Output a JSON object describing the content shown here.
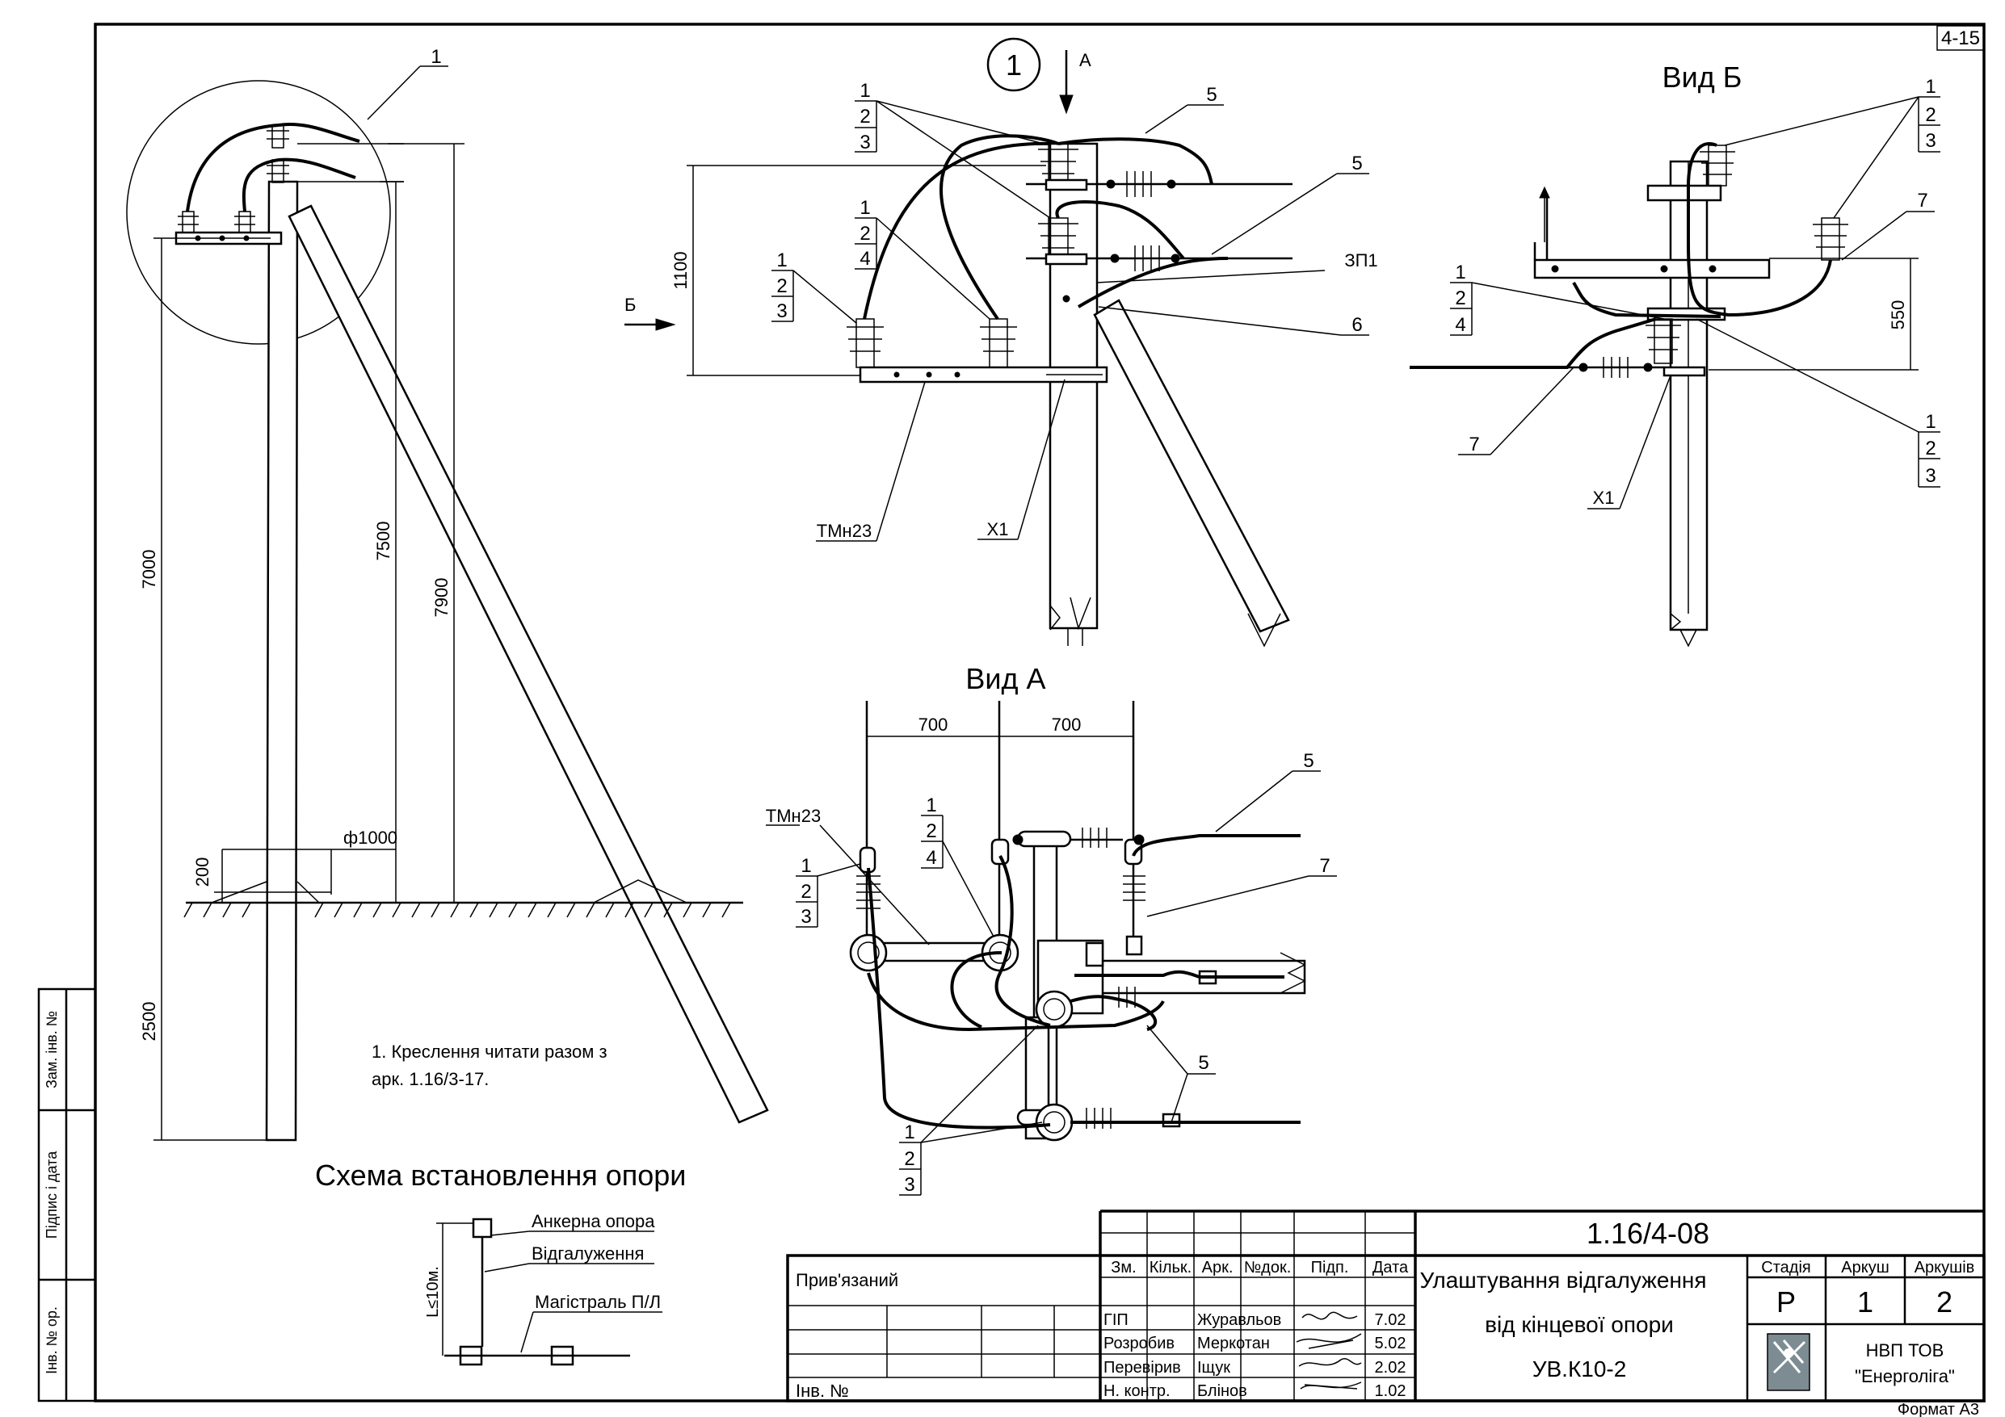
{
  "sheet": {
    "corner_number": "4-15",
    "format_label": "Формат А3",
    "side_stamp": {
      "replaced_inv": "Зам. інв. №",
      "sign_date": "Підпис і дата",
      "inv_original": "Інв. № ор."
    }
  },
  "pole_elevation": {
    "callout_number": "1",
    "dim_7000": "7000",
    "dim_7500": "7500",
    "dim_7900": "7900",
    "dim_2500": "2500",
    "dim_200": "200",
    "dim_diameter": "ф1000"
  },
  "note": {
    "line1": "1. Креслення читати разом з",
    "line2": "арк. 1.16/3-17."
  },
  "install_scheme": {
    "title": "Схема встановлення опори",
    "anchor_pole": "Анкерна опора",
    "branch": "Відгалуження",
    "main_line": "Магістраль П/Л",
    "length_label": "L≤10м."
  },
  "detail_1": {
    "circle_label": "1",
    "arrow_a": "А",
    "arrow_b": "Б",
    "dim_1100": "1100",
    "fraction_1": [
      "1",
      "2",
      "3"
    ],
    "fraction_2": [
      "1",
      "2",
      "4"
    ],
    "fraction_3": [
      "1",
      "2",
      "3"
    ],
    "label_5a": "5",
    "label_5b": "5",
    "label_zp1": "ЗП1",
    "label_6": "6",
    "label_tmn23": "ТМн23",
    "label_x1": "Х1"
  },
  "view_b": {
    "title": "Вид Б",
    "fraction_top": [
      "1",
      "2",
      "3"
    ],
    "fraction_left": [
      "1",
      "2",
      "4"
    ],
    "fraction_bottom": [
      "1",
      "2",
      "3"
    ],
    "label_7a": "7",
    "label_7b": "7",
    "dim_550": "550",
    "label_x1": "Х1"
  },
  "view_a": {
    "title": "Вид А",
    "dim_700a": "700",
    "dim_700b": "700",
    "label_tmn23": "ТМн23",
    "fraction_upper": [
      "1",
      "2",
      "4"
    ],
    "fraction_left": [
      "1",
      "2",
      "3"
    ],
    "fraction_bottom": [
      "1",
      "2",
      "3"
    ],
    "label_5a": "5",
    "label_7": "7",
    "label_5b": "5"
  },
  "title_block": {
    "drawing_code": "1.16/4-08",
    "tied": "Прив'язаний",
    "inv_no": "Інв. №",
    "hdr_zm": "Зм.",
    "hdr_kilk": "Кільк.",
    "hdr_ark": "Арк.",
    "hdr_ndok": "№док.",
    "hdr_pidp": "Підп.",
    "hdr_data": "Дата",
    "rows": [
      {
        "role": "ГІП",
        "name": "Журавльов",
        "date": "7.02"
      },
      {
        "role": "Розробив",
        "name": "Меркотан",
        "date": "5.02"
      },
      {
        "role": "Перевірив",
        "name": "Іщук",
        "date": "2.02"
      },
      {
        "role": "Н. контр.",
        "name": "Блінов",
        "date": "1.02"
      }
    ],
    "title_line1": "Улаштування відгалуження",
    "title_line2": "від кінцевої опори",
    "title_line3": "УВ.К10-2",
    "stage_hdr": "Стадія",
    "sheet_hdr": "Аркуш",
    "sheets_hdr": "Аркушів",
    "stage_val": "Р",
    "sheet_val": "1",
    "sheets_val": "2",
    "company_line1": "НВП ТОВ",
    "company_line2": "\"Енерголіга\""
  }
}
